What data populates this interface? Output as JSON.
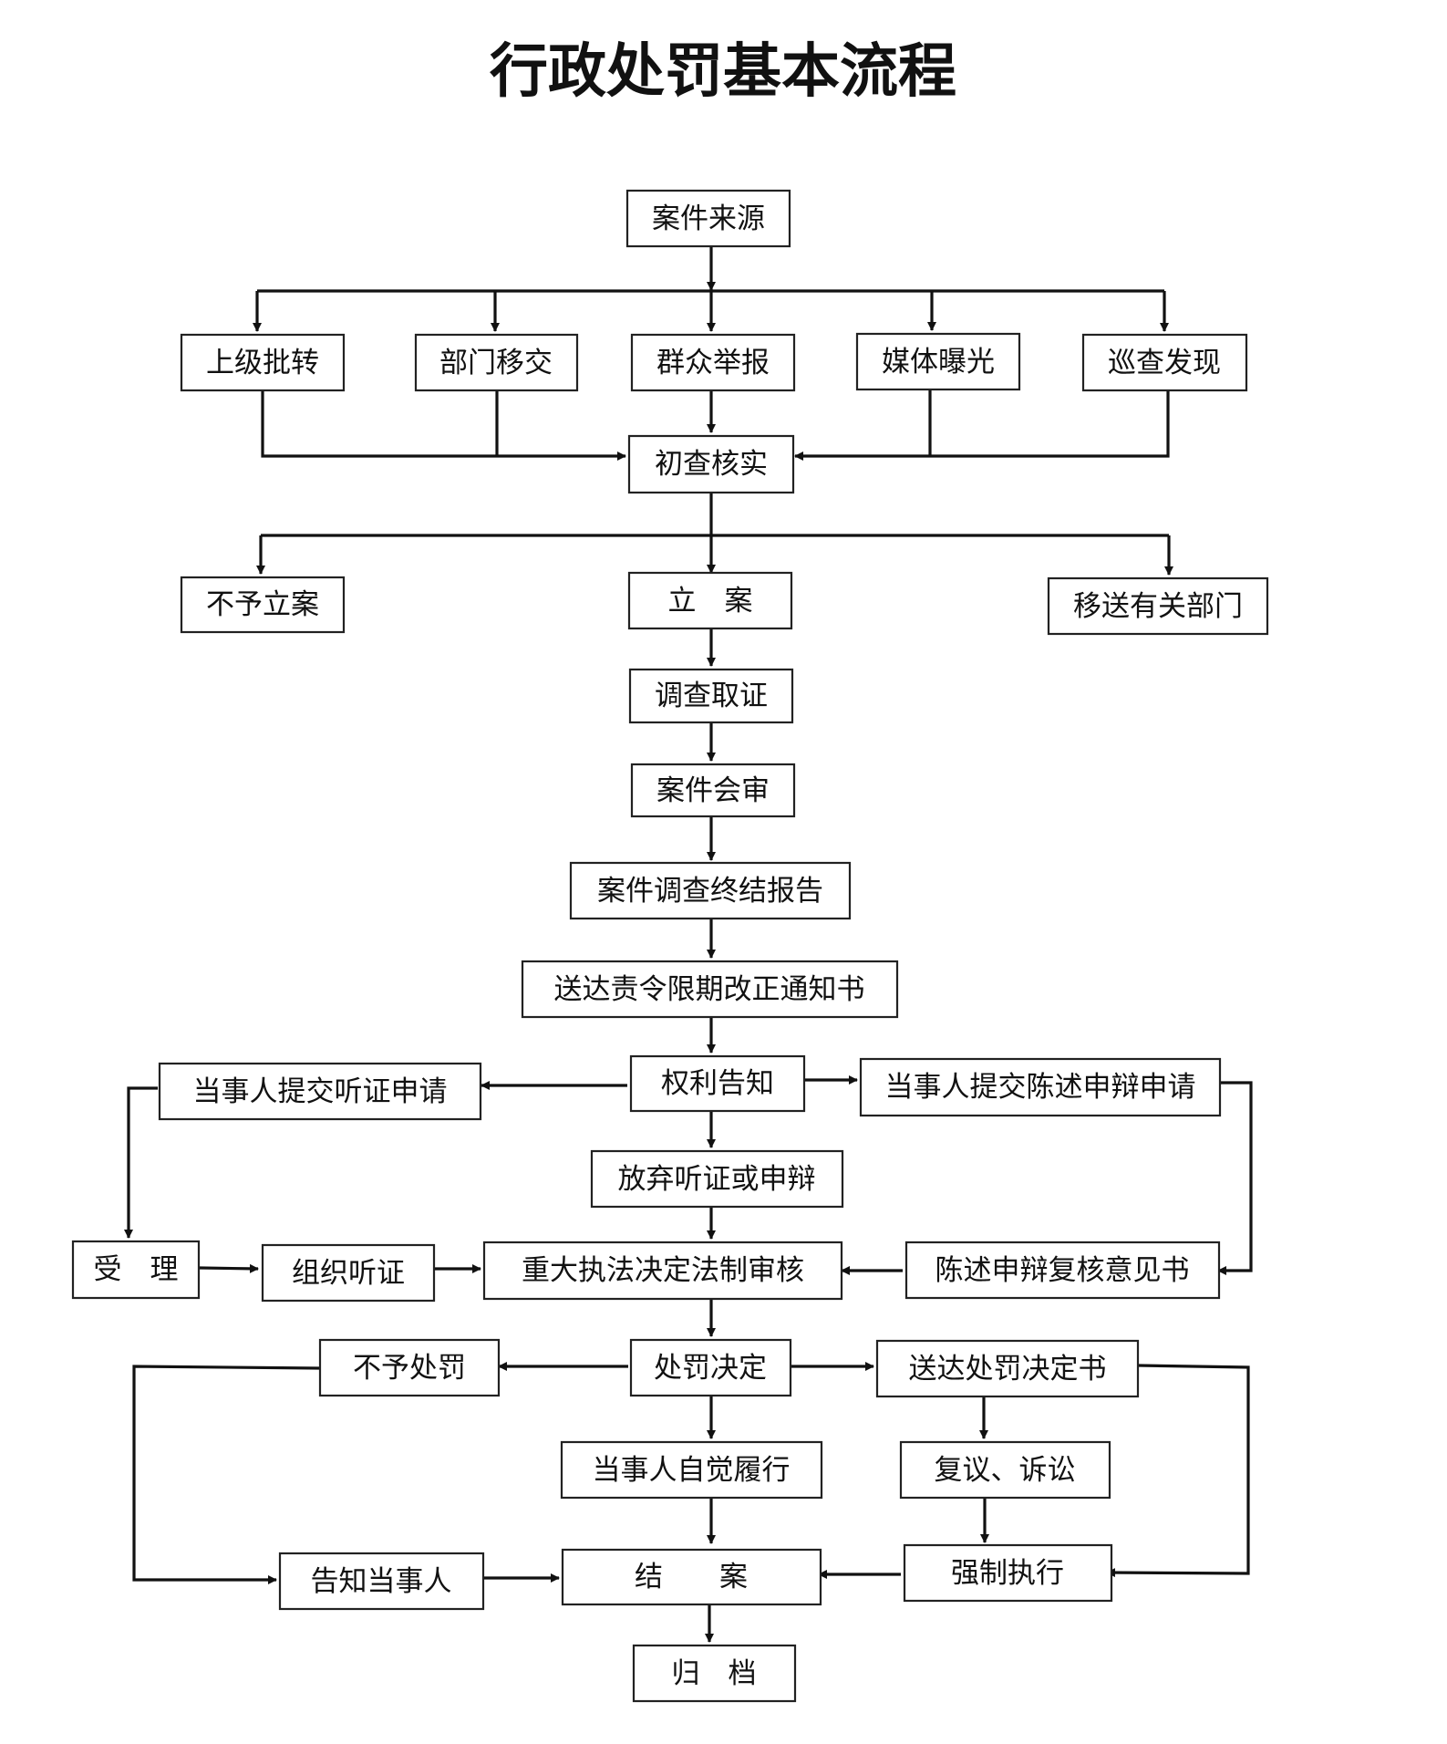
{
  "title": "行政处罚基本流程",
  "nodes": {
    "source": "案件来源",
    "superior": "上级批转",
    "dept": "部门移交",
    "report": "群众举报",
    "media": "媒体曝光",
    "patrol": "巡查发现",
    "initial_check": "初查核实",
    "no_case": "不予立案",
    "file_case": "立　案",
    "transfer": "移送有关部门",
    "investigate": "调查取证",
    "review": "案件会审",
    "final_report": "案件调查终结报告",
    "rectify_notice": "送达责令限期改正通知书",
    "rights_notice": "权利告知",
    "hearing_request": "当事人提交听证申请",
    "defense_request": "当事人提交陈述申辩申请",
    "waive": "放弃听证或申辩",
    "accept": "受　理",
    "hold_hearing": "组织听证",
    "legal_review": "重大执法决定法制审核",
    "defense_review": "陈述申辩复核意见书",
    "no_penalty": "不予处罚",
    "decision": "处罚决定",
    "deliver_decision": "送达处罚决定书",
    "comply": "当事人自觉履行",
    "appeal": "复议、诉讼",
    "notify_party": "告知当事人",
    "close_case": "结　　案",
    "enforce": "强制执行",
    "archive": "归　档"
  }
}
